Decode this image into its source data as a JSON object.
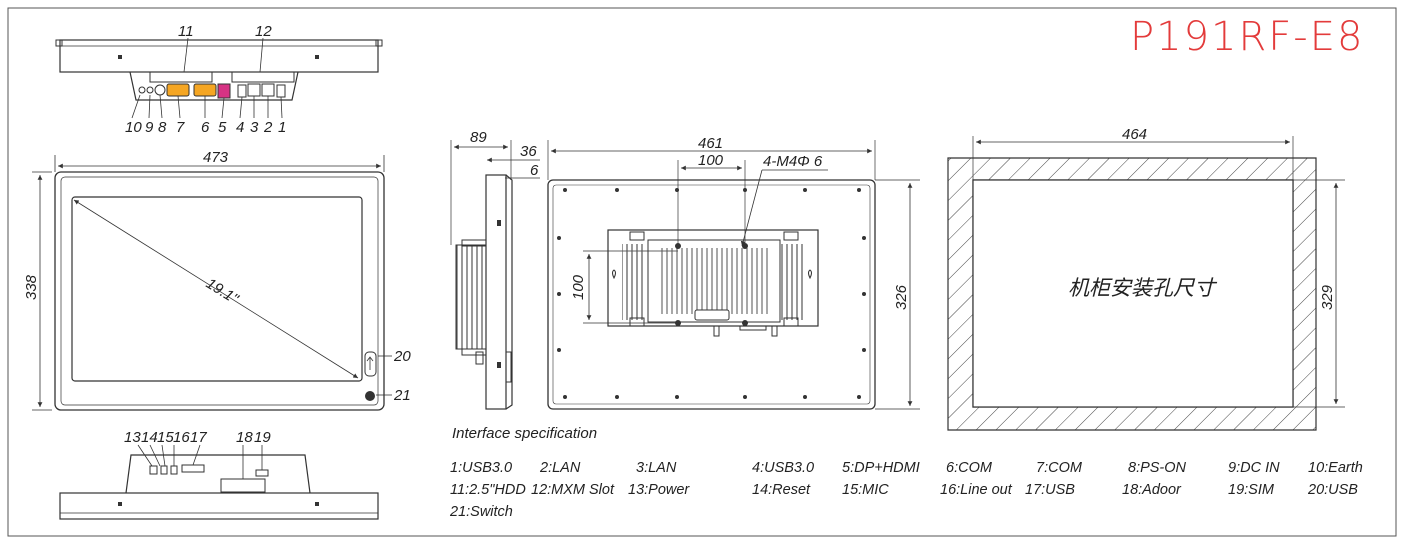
{
  "model": "P191RF-E8",
  "callouts": {
    "top_numbers": [
      "10",
      "9",
      "8",
      "7",
      "6",
      "5",
      "4",
      "3",
      "2",
      "1"
    ],
    "top_upper": [
      "11",
      "12"
    ],
    "bottom_numbers": [
      "13",
      "14",
      "15",
      "16",
      "17",
      "18",
      "19"
    ],
    "side": [
      "20",
      "21"
    ]
  },
  "dimensions": {
    "front_width": "473",
    "front_height": "338",
    "diagonal": "19.1\"",
    "side_depth": "89",
    "side_36": "36",
    "side_6": "6",
    "rear_width": "461",
    "rear_100_h": "100",
    "rear_hole": "4-M4Φ 6",
    "rear_100_v": "100",
    "rear_height": "326",
    "cutout_width": "464",
    "cutout_height": "329",
    "cutout_label": "机柜安装孔尺寸"
  },
  "spec": {
    "heading": "Interface specification",
    "items": [
      "1:USB3.0",
      "2:LAN",
      "3:LAN",
      "4:USB3.0",
      "5:DP+HDMI",
      "6:COM",
      "7:COM",
      "8:PS-ON",
      "9:DC IN",
      "10:Earth",
      "11:2.5\"HDD",
      "12:MXM Slot",
      "13:Power",
      "14:Reset",
      "15:MIC",
      "16:Line out",
      "17:USB",
      "18:Adoor",
      "19:SIM",
      "20:USB",
      "21:Switch"
    ]
  },
  "colors": {
    "accent_title": "#e33b3b",
    "port_orange": "#f5a623",
    "port_magenta": "#d63384",
    "line": "#333333"
  }
}
